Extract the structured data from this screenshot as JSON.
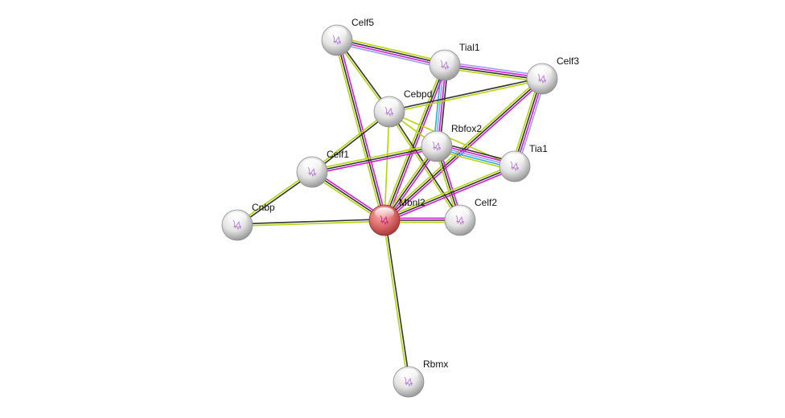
{
  "network": {
    "colors": {
      "m": "#d21bd2",
      "k": "#333333",
      "y": "#b5d40a",
      "b": "#9a9aff",
      "c": "#1fb3d6"
    },
    "nodes": {
      "Celf5": {
        "label": "Celf5"
      },
      "Tial1": {
        "label": "Tial1"
      },
      "Celf3": {
        "label": "Celf3"
      },
      "Cebpd": {
        "label": "Cebpd"
      },
      "Rbfox2": {
        "label": "Rbfox2"
      },
      "Tia1": {
        "label": "Tia1"
      },
      "Celf1": {
        "label": "Celf1"
      },
      "Cnbp": {
        "label": "Cnbp"
      },
      "Mbnl2": {
        "label": "Mbnl2",
        "query": true
      },
      "Celf2": {
        "label": "Celf2"
      },
      "Rbmx": {
        "label": "Rbmx"
      }
    },
    "edges": [
      {
        "from": "Celf5",
        "to": "Tial1",
        "channels": [
          "y",
          "k",
          "m",
          "b"
        ]
      },
      {
        "from": "Celf5",
        "to": "Cebpd",
        "channels": [
          "k",
          "y"
        ]
      },
      {
        "from": "Celf5",
        "to": "Mbnl2",
        "channels": [
          "m",
          "k",
          "y"
        ]
      },
      {
        "from": "Tial1",
        "to": "Celf3",
        "channels": [
          "b",
          "m",
          "k",
          "y"
        ]
      },
      {
        "from": "Tial1",
        "to": "Rbfox2",
        "channels": [
          "k",
          "m",
          "b",
          "c"
        ]
      },
      {
        "from": "Tial1",
        "to": "Mbnl2",
        "channels": [
          "m",
          "k",
          "y"
        ]
      },
      {
        "from": "Celf3",
        "to": "Cebpd",
        "channels": [
          "y",
          "k"
        ]
      },
      {
        "from": "Celf3",
        "to": "Tia1",
        "channels": [
          "b",
          "m",
          "k",
          "y"
        ]
      },
      {
        "from": "Celf3",
        "to": "Mbnl2",
        "channels": [
          "m",
          "k",
          "y"
        ]
      },
      {
        "from": "Cebpd",
        "to": "Celf1",
        "channels": [
          "k",
          "y"
        ]
      },
      {
        "from": "Cebpd",
        "to": "Mbnl2",
        "channels": [
          "y"
        ]
      },
      {
        "from": "Cebpd",
        "to": "Celf2",
        "channels": [
          "k",
          "y"
        ]
      },
      {
        "from": "Cebpd",
        "to": "Tia1",
        "channels": [
          "y"
        ]
      },
      {
        "from": "Cebpd",
        "to": "Rbfox2",
        "channels": [
          "y"
        ]
      },
      {
        "from": "Rbfox2",
        "to": "Tia1",
        "channels": [
          "k",
          "m",
          "b",
          "c",
          "y"
        ]
      },
      {
        "from": "Rbfox2",
        "to": "Celf1",
        "channels": [
          "m",
          "k",
          "y"
        ]
      },
      {
        "from": "Rbfox2",
        "to": "Mbnl2",
        "channels": [
          "m",
          "k",
          "y"
        ]
      },
      {
        "from": "Rbfox2",
        "to": "Celf2",
        "channels": [
          "m",
          "k",
          "y"
        ]
      },
      {
        "from": "Tia1",
        "to": "Mbnl2",
        "channels": [
          "m",
          "k",
          "y"
        ]
      },
      {
        "from": "Celf1",
        "to": "Mbnl2",
        "channels": [
          "m",
          "k",
          "y"
        ]
      },
      {
        "from": "Celf1",
        "to": "Cnbp",
        "channels": [
          "k",
          "y"
        ]
      },
      {
        "from": "Cnbp",
        "to": "Mbnl2",
        "channels": [
          "k",
          "y"
        ]
      },
      {
        "from": "Mbnl2",
        "to": "Celf2",
        "channels": [
          "m",
          "k",
          "y"
        ]
      },
      {
        "from": "Mbnl2",
        "to": "Rbmx",
        "channels": [
          "k",
          "y"
        ]
      }
    ]
  }
}
